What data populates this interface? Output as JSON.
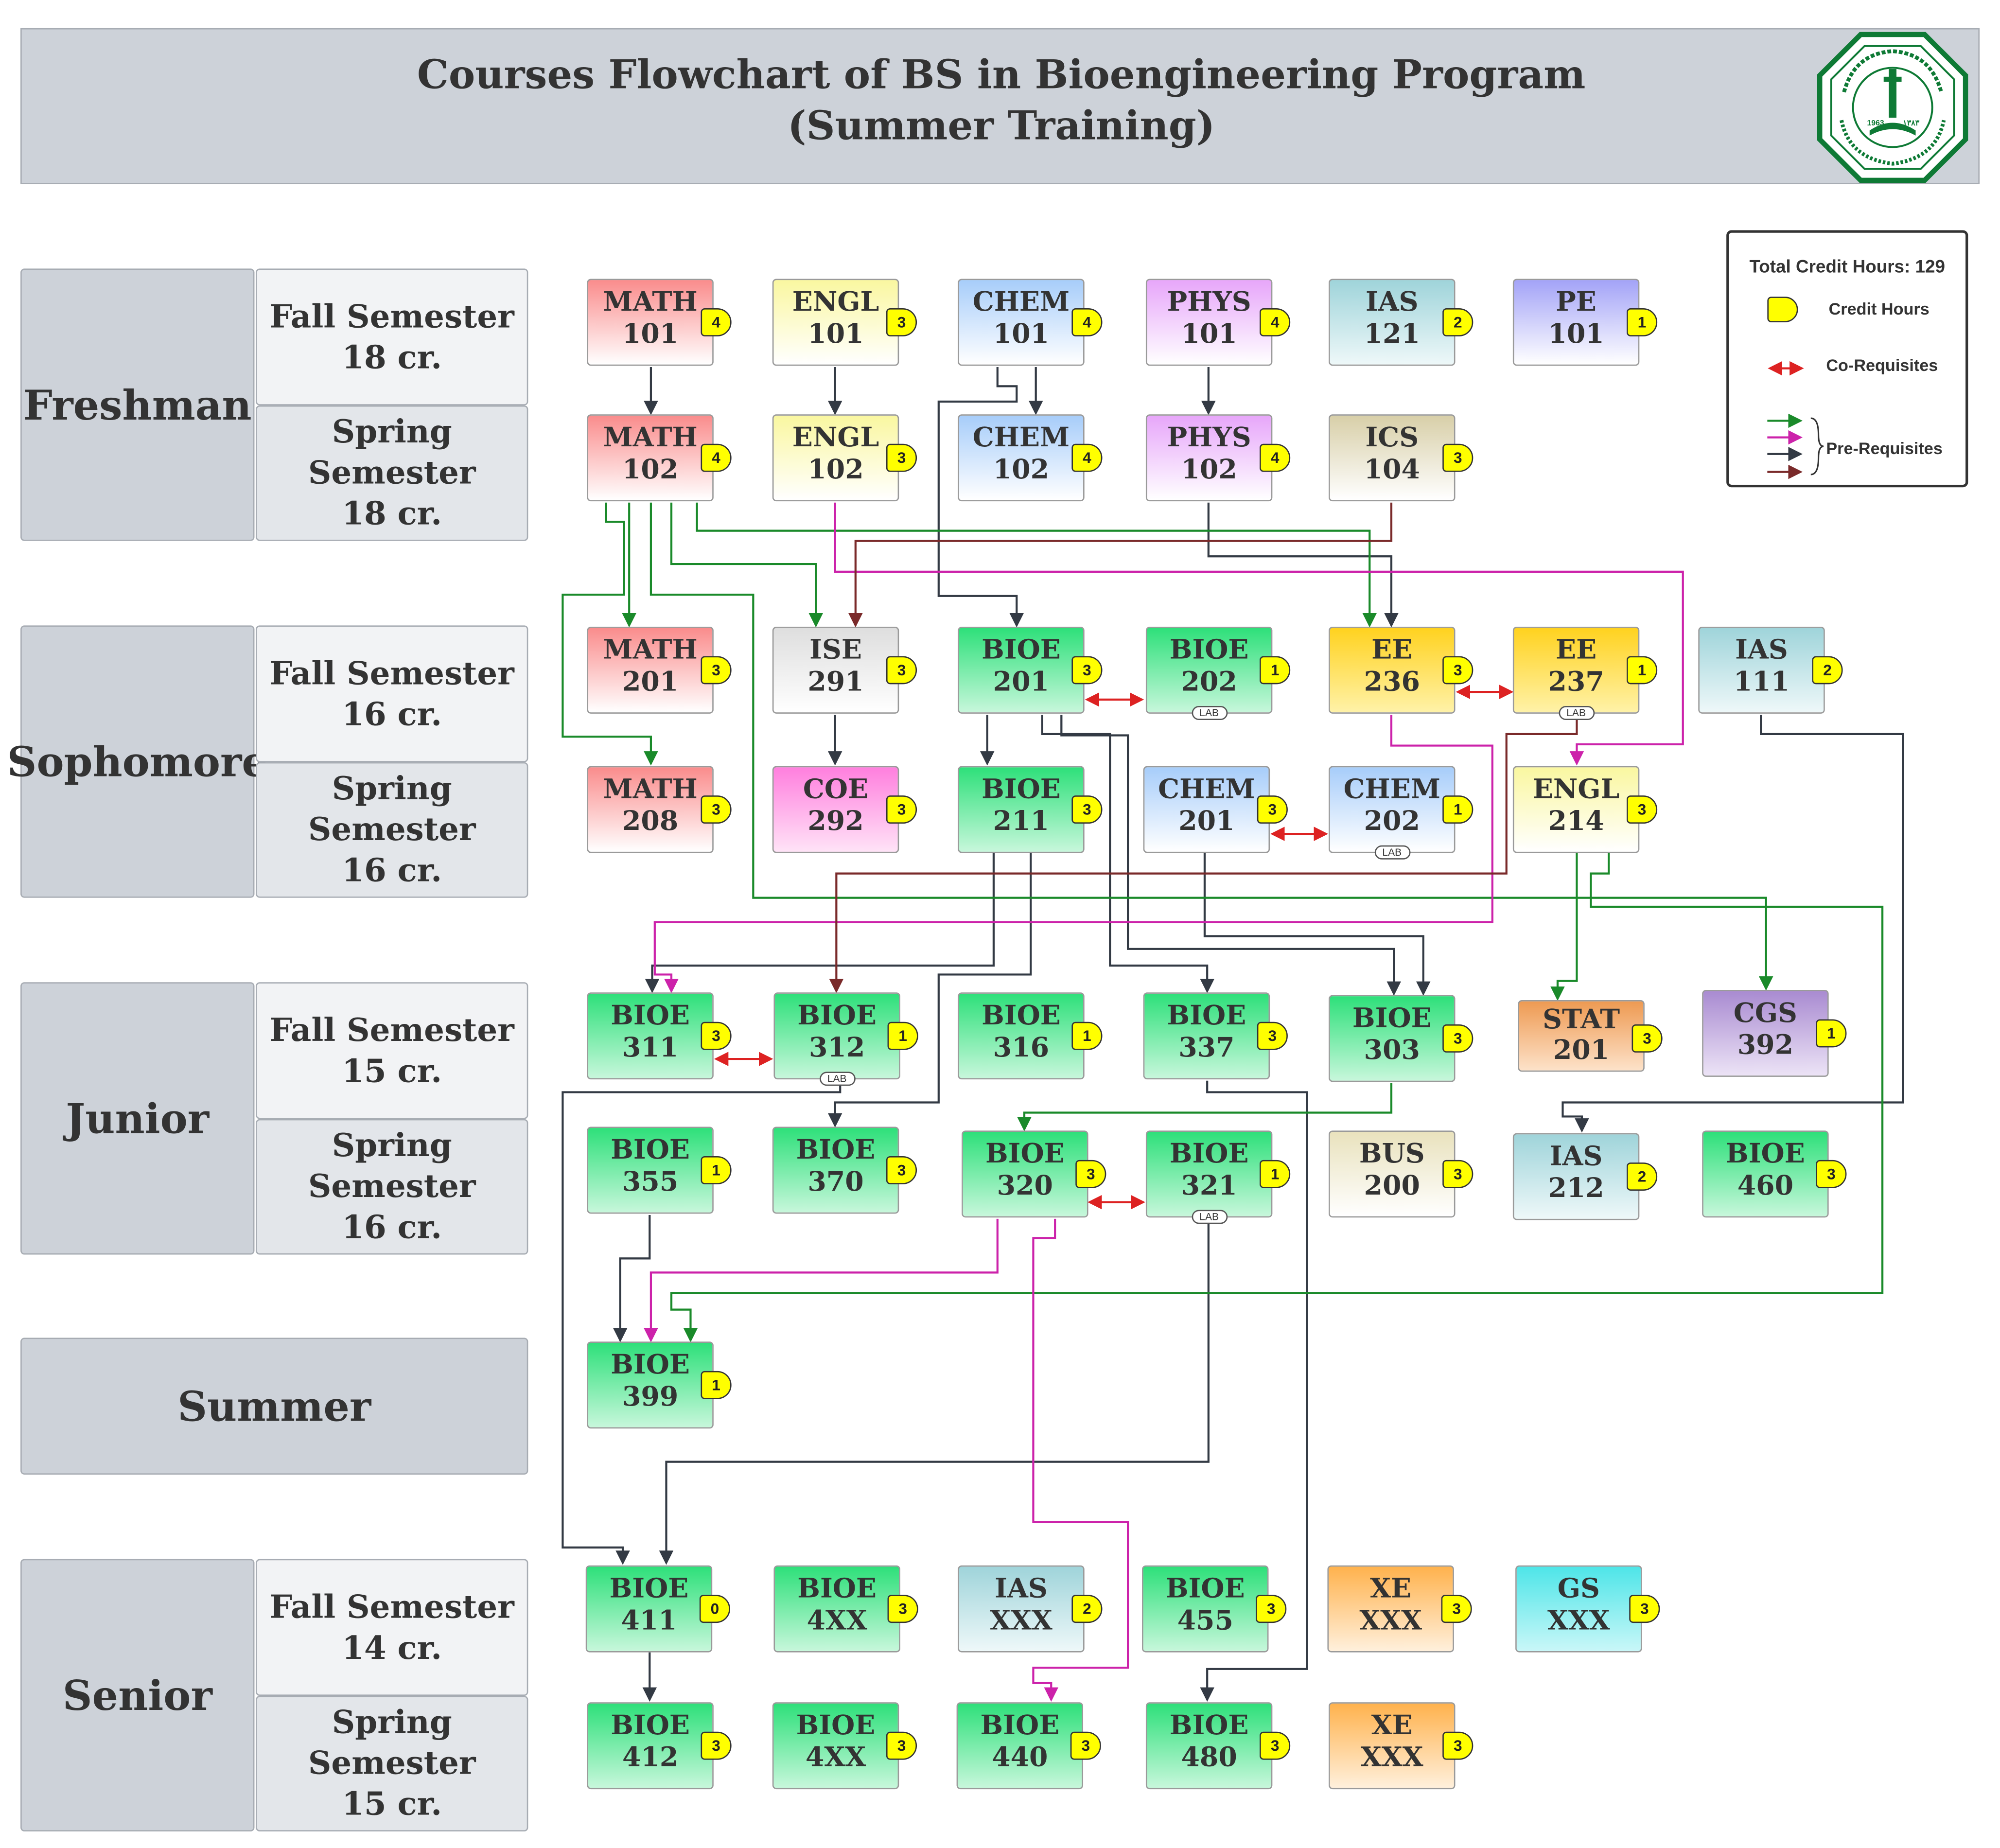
{
  "header": {
    "title_line1": "Courses Flowchart of BS in Bioengineering Program",
    "title_line2": "(Summer Training)"
  },
  "seal": {
    "label": "KFUPM seal",
    "year_left": "1963",
    "year_right": "١٣٨٣",
    "color": "#0e7a35"
  },
  "legend": {
    "total": "Total Credit Hours: 129",
    "credit_hours": "Credit Hours",
    "co_requisites": "Co-Requisites",
    "pre_requisites": "Pre-Requisites"
  },
  "years": [
    {
      "label": "Freshman"
    },
    {
      "label": "Sophomore"
    },
    {
      "label": "Junior"
    },
    {
      "label": "Senior"
    }
  ],
  "summer": {
    "label": "Summer"
  },
  "semesters": [
    {
      "name": "Fall Semester",
      "credits": "18 cr."
    },
    {
      "name": "Spring Semester",
      "credits": "18 cr."
    },
    {
      "name": "Fall Semester",
      "credits": "16 cr."
    },
    {
      "name": "Spring Semester",
      "credits": "16 cr."
    },
    {
      "name": "Fall Semester",
      "credits": "15 cr."
    },
    {
      "name": "Spring Semester",
      "credits": "16 cr."
    },
    {
      "name": "Fall Semester",
      "credits": "14 cr."
    },
    {
      "name": "Spring Semester",
      "credits": "15 cr."
    }
  ],
  "courses": {
    "math101": {
      "dept": "MATH",
      "num": "101",
      "cr": "4"
    },
    "engl101": {
      "dept": "ENGL",
      "num": "101",
      "cr": "3"
    },
    "chem101": {
      "dept": "CHEM",
      "num": "101",
      "cr": "4"
    },
    "phys101": {
      "dept": "PHYS",
      "num": "101",
      "cr": "4"
    },
    "ias121": {
      "dept": "IAS",
      "num": "121",
      "cr": "2"
    },
    "pe101": {
      "dept": "PE",
      "num": "101",
      "cr": "1"
    },
    "math102": {
      "dept": "MATH",
      "num": "102",
      "cr": "4"
    },
    "engl102": {
      "dept": "ENGL",
      "num": "102",
      "cr": "3"
    },
    "chem102": {
      "dept": "CHEM",
      "num": "102",
      "cr": "4"
    },
    "phys102": {
      "dept": "PHYS",
      "num": "102",
      "cr": "4"
    },
    "ics104": {
      "dept": "ICS",
      "num": "104",
      "cr": "3"
    },
    "math201": {
      "dept": "MATH",
      "num": "201",
      "cr": "3"
    },
    "ise291": {
      "dept": "ISE",
      "num": "291",
      "cr": "3"
    },
    "bioe201": {
      "dept": "BIOE",
      "num": "201",
      "cr": "3"
    },
    "bioe202": {
      "dept": "BIOE",
      "num": "202",
      "cr": "1",
      "lab": "LAB"
    },
    "ee236": {
      "dept": "EE",
      "num": "236",
      "cr": "3"
    },
    "ee237": {
      "dept": "EE",
      "num": "237",
      "cr": "1",
      "lab": "LAB"
    },
    "ias111": {
      "dept": "IAS",
      "num": "111",
      "cr": "2"
    },
    "math208": {
      "dept": "MATH",
      "num": "208",
      "cr": "3"
    },
    "coe292": {
      "dept": "COE",
      "num": "292",
      "cr": "3"
    },
    "bioe211": {
      "dept": "BIOE",
      "num": "211",
      "cr": "3"
    },
    "chem201": {
      "dept": "CHEM",
      "num": "201",
      "cr": "3"
    },
    "chem202": {
      "dept": "CHEM",
      "num": "202",
      "cr": "1",
      "lab": "LAB"
    },
    "engl214": {
      "dept": "ENGL",
      "num": "214",
      "cr": "3"
    },
    "bioe311": {
      "dept": "BIOE",
      "num": "311",
      "cr": "3"
    },
    "bioe312": {
      "dept": "BIOE",
      "num": "312",
      "cr": "1",
      "lab": "LAB"
    },
    "bioe316": {
      "dept": "BIOE",
      "num": "316",
      "cr": "1"
    },
    "bioe337": {
      "dept": "BIOE",
      "num": "337",
      "cr": "3"
    },
    "bioe303": {
      "dept": "BIOE",
      "num": "303",
      "cr": "3"
    },
    "stat201": {
      "dept": "STAT",
      "num": "201",
      "cr": "3"
    },
    "cgs392": {
      "dept": "CGS",
      "num": "392",
      "cr": "1"
    },
    "bioe355": {
      "dept": "BIOE",
      "num": "355",
      "cr": "1"
    },
    "bioe370": {
      "dept": "BIOE",
      "num": "370",
      "cr": "3"
    },
    "bioe320": {
      "dept": "BIOE",
      "num": "320",
      "cr": "3"
    },
    "bioe321": {
      "dept": "BIOE",
      "num": "321",
      "cr": "1",
      "lab": "LAB"
    },
    "bus200": {
      "dept": "BUS",
      "num": "200",
      "cr": "3"
    },
    "ias212": {
      "dept": "IAS",
      "num": "212",
      "cr": "2"
    },
    "bioe460": {
      "dept": "BIOE",
      "num": "460",
      "cr": "3"
    },
    "bioe399": {
      "dept": "BIOE",
      "num": "399",
      "cr": "1"
    },
    "bioe411": {
      "dept": "BIOE",
      "num": "411",
      "cr": "0"
    },
    "bioe4xx_a": {
      "dept": "BIOE",
      "num": "4XX",
      "cr": "3"
    },
    "iasxxx": {
      "dept": "IAS",
      "num": "XXX",
      "cr": "2"
    },
    "bioe455": {
      "dept": "BIOE",
      "num": "455",
      "cr": "3"
    },
    "xexxx_a": {
      "dept": "XE",
      "num": "XXX",
      "cr": "3"
    },
    "gsxxx": {
      "dept": "GS",
      "num": "XXX",
      "cr": "3"
    },
    "bioe412": {
      "dept": "BIOE",
      "num": "412",
      "cr": "3"
    },
    "bioe4xx_b": {
      "dept": "BIOE",
      "num": "4XX",
      "cr": "3"
    },
    "bioe440": {
      "dept": "BIOE",
      "num": "440",
      "cr": "3"
    },
    "bioe480": {
      "dept": "BIOE",
      "num": "480",
      "cr": "3"
    },
    "xexxx_b": {
      "dept": "XE",
      "num": "XXX",
      "cr": "3"
    }
  },
  "colors": {
    "green_line": "#1a8a2a",
    "magenta_line": "#cc22aa",
    "dark_line": "#333a44",
    "brown_line": "#7a2a2a",
    "co_req": "#dd2222",
    "badge": "#ffff00",
    "panel": "#cdd2d9"
  }
}
